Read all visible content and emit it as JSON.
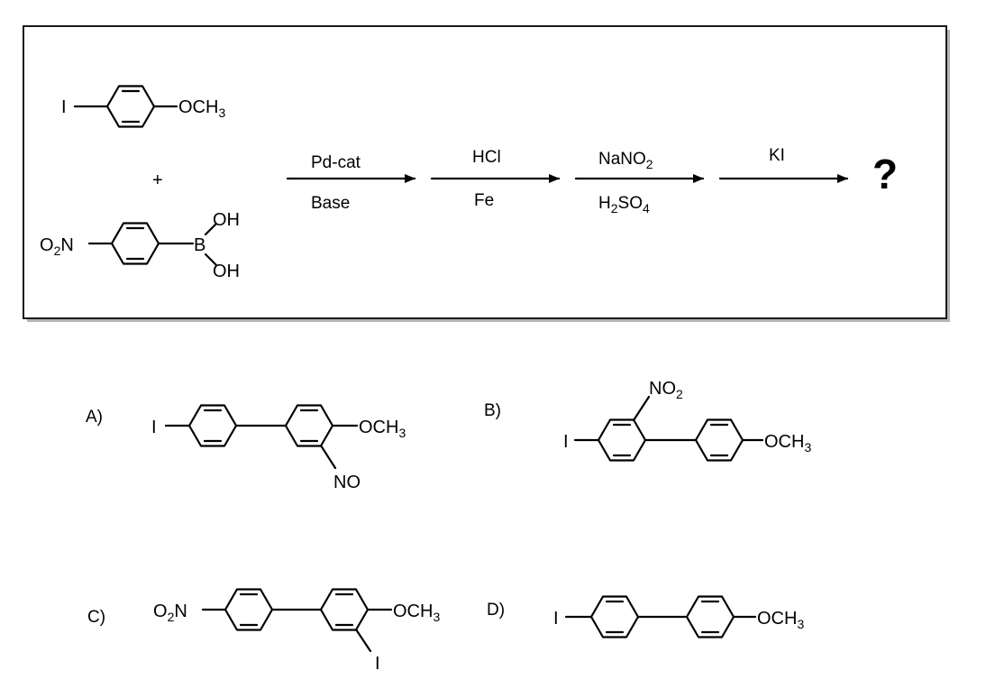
{
  "scheme": {
    "reactant1": {
      "left": "I",
      "right_main": "OCH",
      "right_sub": "3"
    },
    "plus": "+",
    "reactant2": {
      "left_main": "O",
      "left_sub": "2",
      "left_tail": "N",
      "boron": "B",
      "oh_top": "OH",
      "oh_bottom": "OH"
    },
    "steps": [
      {
        "above": {
          "main": "Pd-cat"
        },
        "below": {
          "main": "Base"
        }
      },
      {
        "above": {
          "main": "HCl"
        },
        "below": {
          "main": "Fe"
        }
      },
      {
        "above": {
          "main": "NaNO",
          "sub": "2"
        },
        "below": {
          "pre": "H",
          "sub1": "2",
          "mid": "SO",
          "sub2": "4"
        }
      },
      {
        "above": {
          "main": "KI"
        },
        "below": {
          "main": ""
        }
      }
    ],
    "product": "?"
  },
  "options": [
    {
      "label": "A)",
      "left": "I",
      "right_main": "OCH",
      "right_sub": "3",
      "extra": "NO"
    },
    {
      "label": "B)",
      "left": "I",
      "right_main": "OCH",
      "right_sub": "3",
      "extra_main": "NO",
      "extra_sub": "2"
    },
    {
      "label": "C)",
      "left_main": "O",
      "left_sub": "2",
      "left_tail": "N",
      "right_main": "OCH",
      "right_sub": "3",
      "extra": "I"
    },
    {
      "label": "D)",
      "left": "I",
      "right_main": "OCH",
      "right_sub": "3"
    }
  ],
  "colors": {
    "ink": "#000000",
    "frame": "#1a1a1a",
    "frame_shadow": "#b5b5b5",
    "background": "#ffffff"
  }
}
